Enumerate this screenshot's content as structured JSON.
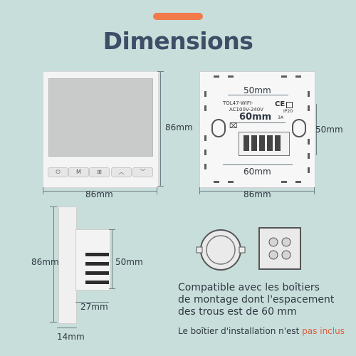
{
  "header": {
    "title": "Dimensions",
    "accent_color": "#f07a4a"
  },
  "front_view": {
    "buttons": [
      "⏻",
      "M",
      "⊞",
      "︿",
      "﹀"
    ],
    "width_label": "86mm",
    "height_label": "86mm"
  },
  "back_view": {
    "top_label": "50mm",
    "model": "TOL47-WIFI-",
    "voltage": "AC100V-240V",
    "ce": "CE",
    "ip": "IP20",
    "terminal_spacing": "60mm",
    "current": "3A",
    "right_label": "50mm",
    "bottom_inner_label": "60mm",
    "width_label": "86mm"
  },
  "side_view": {
    "height_label": "86mm",
    "box_height_label": "50mm",
    "box_depth_label": "27mm",
    "thickness_label": "14mm"
  },
  "description": "Compatible avec les boîtiers de montage dont l'espacement des trous est de 60 mm",
  "note": {
    "prefix": "Le boîtier d'installation n'est",
    "highlight": "pas inclus",
    "highlight_color": "#e05a3a"
  }
}
